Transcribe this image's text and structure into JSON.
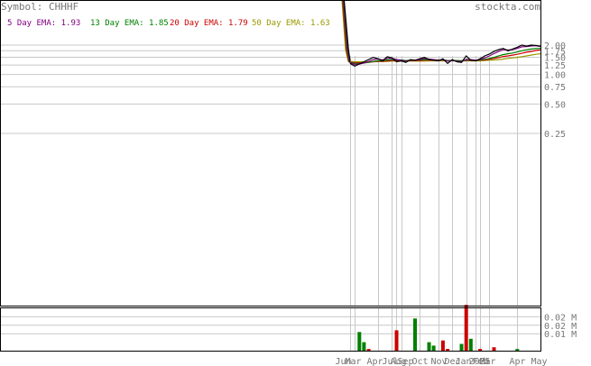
{
  "header": {
    "symbol_label": "Symbol: CHHHF",
    "site": "stockta.com"
  },
  "legend": [
    {
      "label": "5 Day EMA:",
      "value": "1.93",
      "color": "#800080"
    },
    {
      "label": "13 Day EMA:",
      "value": "1.85",
      "color": "#008000"
    },
    {
      "label": "20 Day EMA:",
      "value": "1.79",
      "color": "#cc0000"
    },
    {
      "label": "50 Day EMA:",
      "value": "1.63",
      "color": "#999900"
    }
  ],
  "chart_data": {
    "type": "line",
    "price_axis": {
      "scale": "log",
      "tick_labels": [
        "2.00",
        "1.75",
        "1.50",
        "1.25",
        "1.00",
        "0.75",
        "0.50",
        "0.25"
      ],
      "tick_values": [
        2.0,
        1.75,
        1.5,
        1.25,
        1.0,
        0.75,
        0.5,
        0.25
      ]
    },
    "volume_axis": {
      "tick_labels": [
        "0.02 M",
        "0.02 M",
        "0.01 M"
      ],
      "tick_values": [
        0.02,
        0.015,
        0.01
      ],
      "ylim": [
        0,
        0.025
      ]
    },
    "x_axis": {
      "month_labels": [
        "Jun",
        "Mar",
        "Apr",
        "Jul",
        "Aug",
        "Sep",
        "Oct",
        "Nov",
        "Dec",
        "Jan",
        "2025",
        "Feb",
        "Mar",
        "Apr",
        "May"
      ],
      "month_index": [
        0,
        1,
        6,
        9,
        10,
        11,
        15,
        19,
        22,
        25,
        27,
        28,
        30,
        36,
        41
      ]
    },
    "price_series": [
      {
        "name": "Price",
        "color": "#000000",
        "values": [
          1.3,
          1.22,
          1.28,
          1.35,
          1.42,
          1.5,
          1.45,
          1.38,
          1.52,
          1.48,
          1.35,
          1.38,
          1.33,
          1.42,
          1.4,
          1.45,
          1.5,
          1.42,
          1.4,
          1.38,
          1.45,
          1.3,
          1.42,
          1.35,
          1.33,
          1.55,
          1.4,
          1.38,
          1.45,
          1.55,
          1.62,
          1.72,
          1.8,
          1.85,
          1.75,
          1.82,
          1.9,
          2.0,
          1.95,
          2.0,
          1.98,
          1.95
        ]
      },
      {
        "name": "5 Day EMA",
        "color": "#800080",
        "values": [
          1.32,
          1.27,
          1.28,
          1.31,
          1.36,
          1.42,
          1.44,
          1.41,
          1.46,
          1.47,
          1.42,
          1.4,
          1.37,
          1.4,
          1.4,
          1.42,
          1.46,
          1.44,
          1.42,
          1.4,
          1.42,
          1.37,
          1.39,
          1.37,
          1.35,
          1.43,
          1.42,
          1.4,
          1.42,
          1.48,
          1.55,
          1.64,
          1.72,
          1.8,
          1.78,
          1.8,
          1.85,
          1.92,
          1.93,
          1.96,
          1.97,
          1.93
        ]
      },
      {
        "name": "13 Day EMA",
        "color": "#008000",
        "values": [
          1.33,
          1.3,
          1.3,
          1.31,
          1.33,
          1.36,
          1.38,
          1.38,
          1.41,
          1.42,
          1.41,
          1.41,
          1.39,
          1.4,
          1.4,
          1.41,
          1.42,
          1.42,
          1.41,
          1.41,
          1.41,
          1.39,
          1.39,
          1.39,
          1.38,
          1.4,
          1.4,
          1.4,
          1.41,
          1.43,
          1.46,
          1.5,
          1.55,
          1.6,
          1.63,
          1.66,
          1.7,
          1.75,
          1.79,
          1.82,
          1.84,
          1.85
        ]
      },
      {
        "name": "20 Day EMA",
        "color": "#cc0000",
        "values": [
          1.34,
          1.32,
          1.32,
          1.32,
          1.33,
          1.35,
          1.36,
          1.36,
          1.38,
          1.39,
          1.39,
          1.39,
          1.38,
          1.39,
          1.39,
          1.39,
          1.4,
          1.4,
          1.4,
          1.4,
          1.4,
          1.39,
          1.39,
          1.39,
          1.38,
          1.39,
          1.39,
          1.39,
          1.4,
          1.41,
          1.43,
          1.46,
          1.49,
          1.53,
          1.55,
          1.58,
          1.61,
          1.65,
          1.69,
          1.72,
          1.76,
          1.79
        ]
      },
      {
        "name": "50 Day EMA",
        "color": "#999900",
        "values": [
          1.36,
          1.35,
          1.35,
          1.35,
          1.35,
          1.35,
          1.36,
          1.36,
          1.36,
          1.37,
          1.37,
          1.37,
          1.37,
          1.37,
          1.37,
          1.37,
          1.37,
          1.38,
          1.38,
          1.38,
          1.38,
          1.38,
          1.38,
          1.38,
          1.38,
          1.38,
          1.38,
          1.38,
          1.38,
          1.39,
          1.4,
          1.41,
          1.42,
          1.44,
          1.46,
          1.48,
          1.5,
          1.52,
          1.55,
          1.58,
          1.61,
          1.63
        ]
      }
    ],
    "volume_bars": [
      {
        "index": 2,
        "value": 0.011,
        "color": "#008000"
      },
      {
        "index": 3,
        "value": 0.005,
        "color": "#008000"
      },
      {
        "index": 4,
        "value": 0.001,
        "color": "#cc0000"
      },
      {
        "index": 10,
        "value": 0.012,
        "color": "#cc0000"
      },
      {
        "index": 14,
        "value": 0.019,
        "color": "#008000"
      },
      {
        "index": 17,
        "value": 0.005,
        "color": "#008000"
      },
      {
        "index": 18,
        "value": 0.003,
        "color": "#008000"
      },
      {
        "index": 20,
        "value": 0.006,
        "color": "#cc0000"
      },
      {
        "index": 21,
        "value": 0.001,
        "color": "#cc0000"
      },
      {
        "index": 24,
        "value": 0.004,
        "color": "#008000"
      },
      {
        "index": 25,
        "value": 0.027,
        "color": "#cc0000"
      },
      {
        "index": 26,
        "value": 0.007,
        "color": "#008000"
      },
      {
        "index": 28,
        "value": 0.001,
        "color": "#cc0000"
      },
      {
        "index": 31,
        "value": 0.002,
        "color": "#cc0000"
      },
      {
        "index": 36,
        "value": 0.001,
        "color": "#008000"
      }
    ],
    "grid": true
  }
}
